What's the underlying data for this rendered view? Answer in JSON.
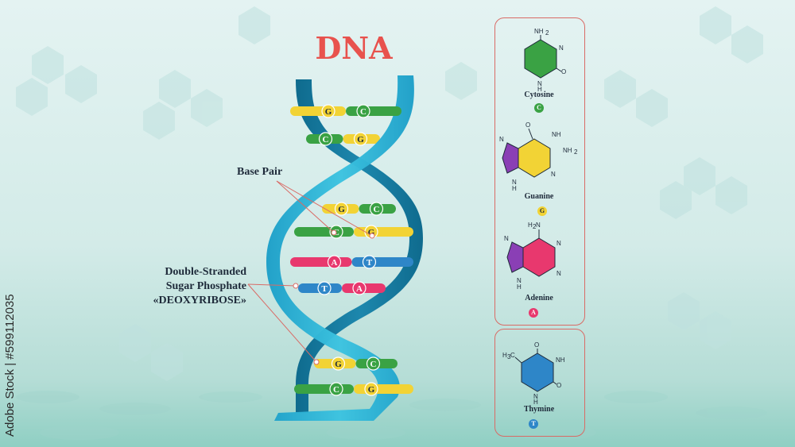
{
  "title": "DNA",
  "labels": {
    "base_pair": "Base Pair",
    "sugar_line1": "Double-Stranded",
    "sugar_line2": "Sugar Phosphate",
    "sugar_line3": "«DEOXYRIBOSE»"
  },
  "bases": [
    {
      "name": "Cytosine",
      "letter": "C",
      "color": "#3aa244"
    },
    {
      "name": "Guanine",
      "letter": "G",
      "color": "#f2d335"
    },
    {
      "name": "Adenine",
      "letter": "A",
      "color": "#e8386e"
    },
    {
      "name": "Thymine",
      "letter": "T",
      "color": "#2e86c8"
    }
  ],
  "rungs": [
    {
      "left": "G",
      "right": "C"
    },
    {
      "left": "C",
      "right": "G"
    },
    {
      "left": "G",
      "right": "C"
    },
    {
      "left": "C",
      "right": "G"
    },
    {
      "left": "A",
      "right": "T"
    },
    {
      "left": "T",
      "right": "A"
    },
    {
      "left": "G",
      "right": "C"
    },
    {
      "left": "C",
      "right": "G"
    }
  ],
  "colors": {
    "title": "#e8524d",
    "strand_light": "#2bb5d6",
    "strand_dark": "#1a7fa6",
    "callout": "#d96b66",
    "C": "#3aa244",
    "G": "#f2d335",
    "A": "#e8386e",
    "T": "#2e86c8"
  },
  "watermark": "Adobe Stock | #599112035"
}
